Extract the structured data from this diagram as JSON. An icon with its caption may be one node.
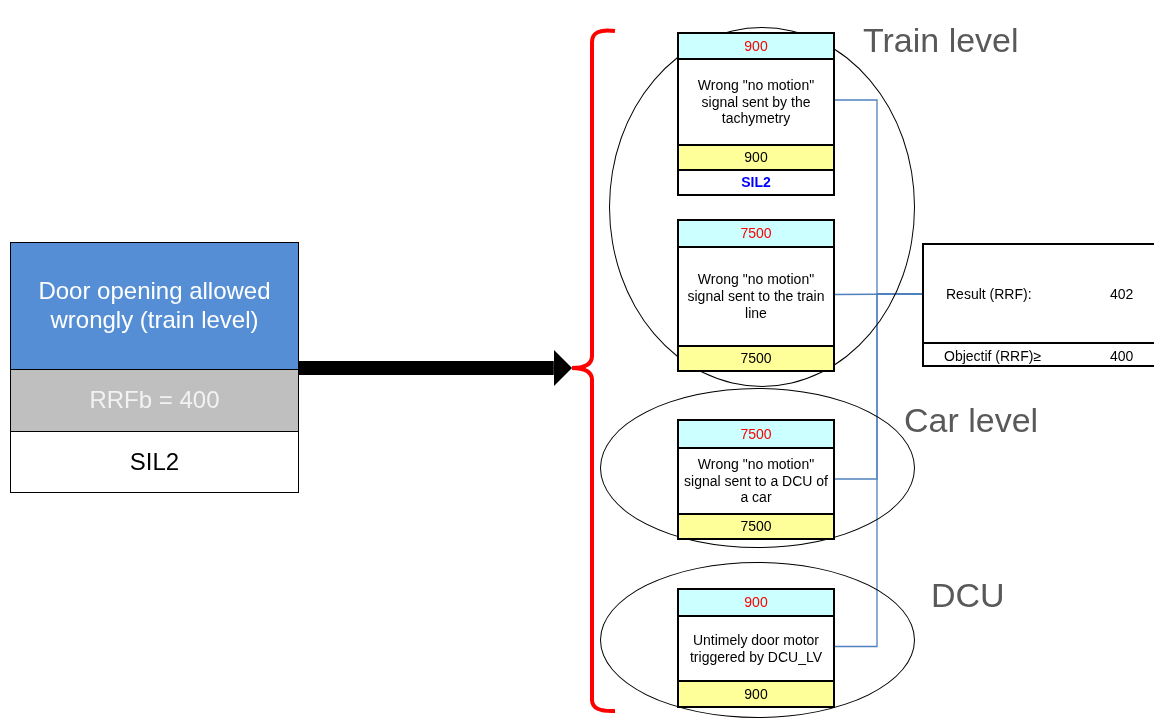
{
  "diagram": {
    "nodes": [
      {
        "text": [
          "Door opening allowed wrongly (train level)",
          "RRFb = 400",
          "SIL2"
        ]
      },
      {
        "text": [],
        "shape": "bracket"
      },
      {
        "text": [
          "Train level"
        ]
      },
      {
        "text": [
          "900",
          "Wrong \"no motion\" signal sent by the tachymetry",
          "900",
          "SIL2"
        ],
        "in": 2
      },
      {
        "text": [
          "7500",
          "Wrong \"no motion\" signal sent to the train line",
          "7500"
        ],
        "in": 2
      },
      {
        "text": [
          "Result (RRF):",
          "402",
          "Objectif (RRF)≥",
          "400"
        ]
      },
      {
        "text": [
          "Car level"
        ]
      },
      {
        "text": [
          "7500",
          "Wrong \"no motion\" signal sent to a DCU of a car",
          "7500"
        ],
        "in": 6
      },
      {
        "text": [
          "DCU"
        ]
      },
      {
        "text": [
          "900",
          "Untimely door motor triggered by DCU_LV",
          "900"
        ],
        "in": 8
      }
    ],
    "edges": [
      {
        "from": 0,
        "to": 1,
        "arrow": "to",
        "style": "thick",
        "color": "#000000"
      },
      {
        "from": 3,
        "to": 5,
        "arrow": "none"
      },
      {
        "from": 4,
        "to": 5,
        "arrow": "none"
      },
      {
        "from": 7,
        "to": 5,
        "arrow": "none"
      },
      {
        "from": 9,
        "to": 5,
        "arrow": "none"
      }
    ]
  }
}
